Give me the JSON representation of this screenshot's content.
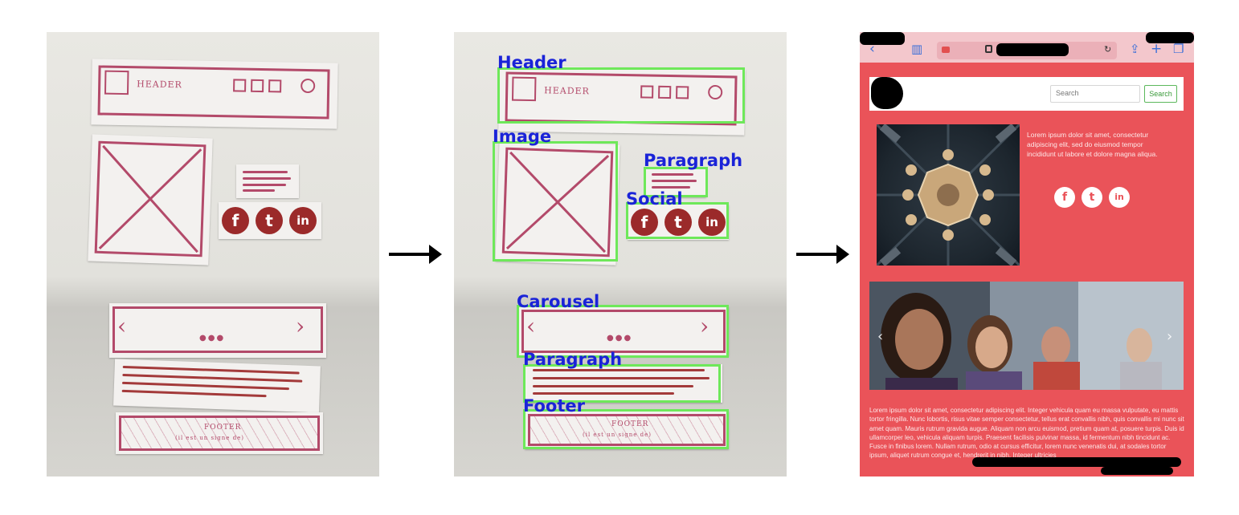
{
  "sketch": {
    "header_text": "HEADER",
    "footer_text": "FOOTER",
    "footer_subtext": "(il est un signe de)"
  },
  "social_icons": [
    "f",
    "t",
    "in"
  ],
  "detections": {
    "header": "Header",
    "image": "Image",
    "paragraph_top": "Paragraph",
    "social": "Social",
    "carousel": "Carousel",
    "paragraph_bottom": "Paragraph",
    "footer": "Footer"
  },
  "tablet": {
    "search_placeholder": "Search",
    "search_button": "Search",
    "image_paragraph": "Lorem ipsum dolor sit amet, consectetur adipiscing elit, sed do eiusmod tempor incididunt ut labore et dolore magna aliqua.",
    "footer_paragraph": "Lorem ipsum dolor sit amet, consectetur adipiscing elit. Integer vehicula quam eu massa vulputate, eu mattis tortor fringilla. Nunc lobortis, risus vitae semper consectetur, tellus erat convallis nibh, quis convallis mi nunc sit amet quam. Mauris rutrum gravida augue. Aliquam non arcu euismod, pretium quam at, posuere turpis. Duis id ullamcorper leo, vehicula aliquam turpis. Praesent facilisis pulvinar massa, id fermentum nibh tincidunt ac. Fusce in finibus lorem. Nullam rutrum, odio at cursus efficitur, lorem nunc venenatis dui, at sodales tortor ipsum, aliquet rutrum congue et, hendrerit in nibh. Integer ultricies"
  }
}
